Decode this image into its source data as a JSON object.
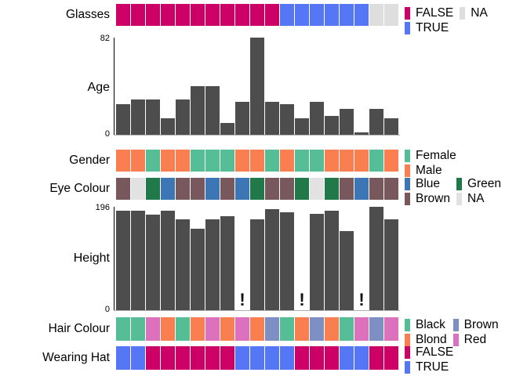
{
  "plot": {
    "n_observations": 19,
    "variables": [
      "Glasses",
      "Age",
      "Gender",
      "Eye Colour",
      "Height",
      "Hair Colour",
      "Wearing Hat"
    ]
  },
  "palette": {
    "false_pink": "#CC0066",
    "true_blue": "#5577F5",
    "na_grey": "#DEDEDE",
    "female_teal": "#56BE96",
    "male_orange": "#FA7F50",
    "blue_eye": "#3C76B4",
    "green_eye": "#21794A",
    "brown_eye": "#78585C",
    "na_eye": "#E2E2E2",
    "hair_black": "#56BE96",
    "hair_blond": "#FA7F50",
    "hair_brown": "#7E8FC4",
    "hair_red": "#DC71BE",
    "bar_grey": "#4D4D4D",
    "axis_black": "#000000",
    "background": "#FFFFFF"
  },
  "rows": {
    "glasses": {
      "label": "Glasses",
      "type": "categorical",
      "values": [
        "FALSE",
        "FALSE",
        "FALSE",
        "FALSE",
        "FALSE",
        "FALSE",
        "FALSE",
        "FALSE",
        "FALSE",
        "FALSE",
        "FALSE",
        "TRUE",
        "TRUE",
        "TRUE",
        "TRUE",
        "TRUE",
        "TRUE",
        "NA",
        "NA"
      ],
      "legend": {
        "columns": [
          [
            {
              "label": "FALSE",
              "color": "#CC0066"
            },
            {
              "label": "TRUE",
              "color": "#5577F5"
            }
          ],
          [
            {
              "label": "NA",
              "color": "#DEDEDE"
            }
          ]
        ]
      }
    },
    "age": {
      "label": "Age",
      "type": "numeric",
      "axis_max_label": "82",
      "axis_min_label": "0",
      "ylim": [
        0,
        82
      ],
      "values": [
        26,
        30,
        30,
        14,
        30,
        41,
        41,
        10,
        28,
        82,
        28,
        26,
        14,
        28,
        16,
        22,
        2,
        22,
        14
      ]
    },
    "gender": {
      "label": "Gender",
      "type": "categorical",
      "values": [
        "Male",
        "Male",
        "Female",
        "Male",
        "Male",
        "Female",
        "Female",
        "Female",
        "Male",
        "Male",
        "Female",
        "Male",
        "Female",
        "Female",
        "Male",
        "Male",
        "Male",
        "Female",
        "Male"
      ],
      "legend": {
        "columns": [
          [
            {
              "label": "Female",
              "color": "#56BE96"
            },
            {
              "label": "Male",
              "color": "#FA7F50"
            }
          ]
        ]
      }
    },
    "eye_colour": {
      "label": "Eye Colour",
      "type": "categorical",
      "values": [
        "Brown",
        "NA",
        "Green",
        "Blue",
        "Brown",
        "Brown",
        "Blue",
        "Brown",
        "Blue",
        "Green",
        "Brown",
        "Brown",
        "Green",
        "NA",
        "Green",
        "Brown",
        "Blue",
        "Brown",
        "Brown"
      ],
      "legend": {
        "columns": [
          [
            {
              "label": "Blue",
              "color": "#3C76B4"
            },
            {
              "label": "Brown",
              "color": "#78585C"
            }
          ],
          [
            {
              "label": "Green",
              "color": "#21794A"
            },
            {
              "label": "NA",
              "color": "#E2E2E2"
            }
          ]
        ]
      }
    },
    "height": {
      "label": "Height",
      "type": "numeric",
      "axis_max_label": "196",
      "axis_min_label": "0",
      "ylim": [
        0,
        196
      ],
      "values": [
        188,
        188,
        181,
        188,
        172,
        155,
        172,
        178,
        null,
        172,
        192,
        185,
        null,
        183,
        188,
        150,
        null,
        196,
        172
      ],
      "missing_marker": "!"
    },
    "hair_colour": {
      "label": "Hair Colour",
      "type": "categorical",
      "values": [
        "Black",
        "Black",
        "Red",
        "Blond",
        "Black",
        "Blond",
        "Red",
        "Blond",
        "Red",
        "Blond",
        "Brown",
        "Black",
        "Blond",
        "Brown",
        "Blond",
        "Black",
        "Red",
        "Brown",
        "Red"
      ],
      "legend": {
        "columns": [
          [
            {
              "label": "Black",
              "color": "#56BE96"
            },
            {
              "label": "Blond",
              "color": "#FA7F50"
            }
          ],
          [
            {
              "label": "Brown",
              "color": "#7E8FC4"
            },
            {
              "label": "Red",
              "color": "#DC71BE"
            }
          ]
        ]
      }
    },
    "wearing_hat": {
      "label": "Wearing Hat",
      "type": "categorical",
      "values": [
        "TRUE",
        "TRUE",
        "FALSE",
        "FALSE",
        "FALSE",
        "FALSE",
        "FALSE",
        "FALSE",
        "TRUE",
        "TRUE",
        "TRUE",
        "TRUE",
        "FALSE",
        "FALSE",
        "FALSE",
        "TRUE",
        "TRUE",
        "FALSE",
        "FALSE"
      ],
      "legend": {
        "columns": [
          [
            {
              "label": "FALSE",
              "color": "#CC0066"
            },
            {
              "label": "TRUE",
              "color": "#5577F5"
            }
          ]
        ]
      }
    }
  },
  "chart_data": {
    "type": "bar",
    "title": "",
    "charts": [
      {
        "name": "Age",
        "type": "bar",
        "ylabel": "Age",
        "ylim": [
          0,
          82
        ],
        "ytick_labels": [
          "0",
          "82"
        ],
        "grid": false,
        "values": [
          26,
          30,
          30,
          14,
          30,
          41,
          41,
          10,
          28,
          82,
          28,
          26,
          14,
          28,
          16,
          22,
          2,
          22,
          14
        ]
      },
      {
        "name": "Height",
        "type": "bar",
        "ylabel": "Height",
        "ylim": [
          0,
          196
        ],
        "ytick_labels": [
          "0",
          "196"
        ],
        "grid": false,
        "values": [
          188,
          188,
          181,
          188,
          172,
          155,
          172,
          178,
          null,
          172,
          192,
          185,
          null,
          183,
          188,
          150,
          null,
          196,
          172
        ],
        "annotations": [
          {
            "index": 8,
            "text": "!",
            "meaning": "missing value"
          },
          {
            "index": 12,
            "text": "!",
            "meaning": "missing value"
          },
          {
            "index": 16,
            "text": "!",
            "meaning": "missing value"
          }
        ]
      }
    ]
  }
}
